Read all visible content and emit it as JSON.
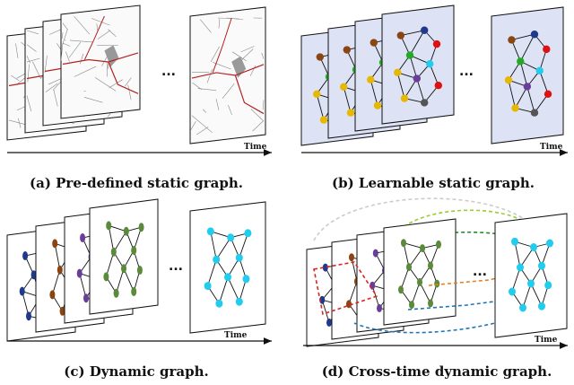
{
  "panels": [
    {
      "id": "a",
      "caption": "(a) Pre-defined static graph.",
      "time_label": "Time"
    },
    {
      "id": "b",
      "caption": "(b) Learnable static graph.",
      "time_label": "Time"
    },
    {
      "id": "c",
      "caption": "(c) Dynamic graph.",
      "time_label": "Time"
    },
    {
      "id": "d",
      "caption": "(d) Cross-time dynamic graph.",
      "time_label": "Time"
    }
  ],
  "ellipsis": "...",
  "colors": {
    "map_road": "#b22222",
    "panel_b_bg": "#dde3f5",
    "node_colors": [
      "#1f3a8a",
      "#8b4513",
      "#6a3d9a",
      "#5a8a3a",
      "#22ccee",
      "#e6b800",
      "#e01010",
      "#22aa22",
      "#555555"
    ],
    "link_colors": [
      "#cccccc",
      "#99cc33",
      "#228b22",
      "#dd2222",
      "#1f77b4",
      "#e67e22"
    ]
  }
}
